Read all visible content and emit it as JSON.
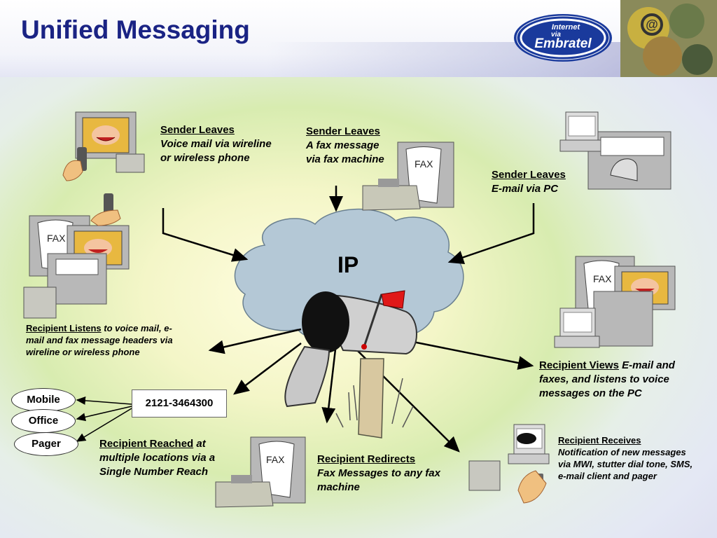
{
  "title": "Unified Messaging",
  "logo": {
    "line1": "Internet",
    "line2": "via",
    "line3": "Embratel"
  },
  "cloud_label": "IP",
  "fax_label": "FAX",
  "sender_voice": {
    "heading": "Sender Leaves",
    "body": "Voice mail via wireline or wireless phone"
  },
  "sender_fax": {
    "heading": "Sender Leaves",
    "body": "A fax message via fax machine"
  },
  "sender_email": {
    "heading": "Sender Leaves",
    "body": "E-mail via PC"
  },
  "recipient_listens": {
    "heading": "Recipient Listens",
    "body": " to voice mail, e-mail and fax message headers via wireline or wireless phone"
  },
  "recipient_views": {
    "heading": "Recipient Views",
    "body": " E-mail and faxes, and listens to voice messages on the PC"
  },
  "recipient_reached": {
    "heading": "Recipient Reached",
    "body": " at multiple locations via a Single Number Reach"
  },
  "recipient_redirects": {
    "heading": "Recipient Redirects",
    "body": "Fax Messages to any fax machine"
  },
  "recipient_receives": {
    "heading": "Recipient Receives",
    "body": "Notification of new messages via MWI, stutter dial tone, SMS,   e-mail client and pager"
  },
  "number": "2121-3464300",
  "locations": [
    "Mobile",
    "Office",
    "Pager"
  ],
  "colors": {
    "title": "#1a2384",
    "cloud": "#b4c8d6",
    "mailbox_flag": "#e01818",
    "logo_bg": "#1a3a9c"
  }
}
